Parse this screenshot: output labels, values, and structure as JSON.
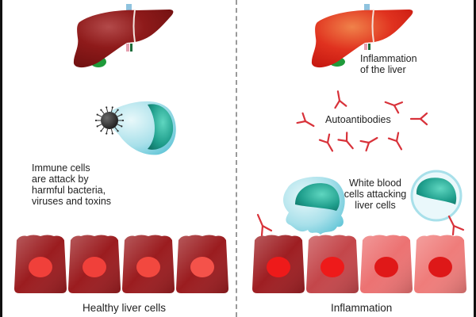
{
  "title": "Healthy liver vs. autoimmune inflammation",
  "colors": {
    "healthy_liver": "#8e1a1a",
    "inflamed_liver": "#e0321f",
    "gallbladder": "#1f9a3a",
    "antibody": "#d8323a",
    "immune_cell_body": "#bfe8ef",
    "immune_cell_nucleus": "#1f9e8c",
    "bacterium": "#2e2e2e",
    "divider": "#9a9a9a"
  },
  "left_panel": {
    "name": "healthy",
    "immune_label_lines": [
      "Immune cells",
      "are attack by",
      "harmful bacteria,",
      "viruses and toxins"
    ],
    "cells": [
      {
        "fill": "#9b1c1f",
        "nucleus": "#f0403a"
      },
      {
        "fill": "#9b1c1f",
        "nucleus": "#f0403a"
      },
      {
        "fill": "#9b1c1f",
        "nucleus": "#f2483f"
      },
      {
        "fill": "#9b1c1f",
        "nucleus": "#f4524a"
      }
    ],
    "caption": "Healthy liver cells"
  },
  "right_panel": {
    "name": "inflammation",
    "liver_label_lines": [
      "Inflammation",
      "of the liver"
    ],
    "antibodies_label": "Autoantibodies",
    "wbc_label_lines": [
      "White blood",
      "cells attacking",
      "liver cells"
    ],
    "cells": [
      {
        "fill": "#9e1e22",
        "nucleus": "#ee1a1a"
      },
      {
        "fill": "#c4464a",
        "nucleus": "#ee1a1a"
      },
      {
        "fill": "#ec7272",
        "nucleus": "#e01818"
      },
      {
        "fill": "#ef7c7a",
        "nucleus": "#de1818"
      }
    ],
    "caption": "Inflammation"
  }
}
